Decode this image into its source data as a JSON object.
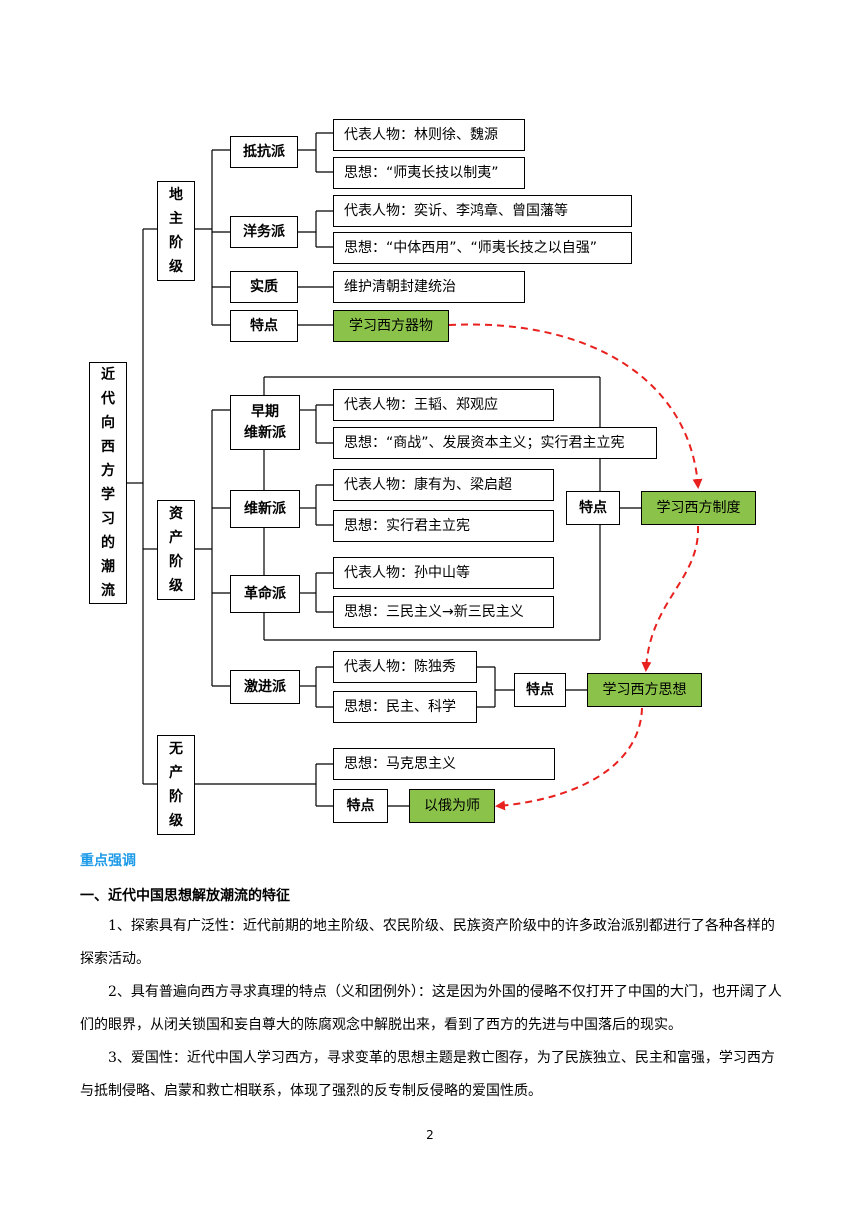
{
  "diagram": {
    "root": [
      "近",
      "代",
      "向",
      "西",
      "方",
      "学",
      "习",
      "的",
      "潮",
      "流"
    ],
    "landlord": {
      "label": [
        "地",
        "主",
        "阶",
        "级"
      ],
      "resist": {
        "name": "抵抗派",
        "rep": "代表人物：林则徐、魏源",
        "idea": "思想：“师夷长技以制夷”"
      },
      "westernize": {
        "name": "洋务派",
        "rep": "代表人物：奕䜣、李鸿章、曾国藩等",
        "idea": "思想：“中体西用”、“师夷长技之以自强”"
      },
      "essence": {
        "name": "实质",
        "text": "维护清朝封建统治"
      },
      "feature": {
        "name": "特点",
        "text": "学习西方器物"
      }
    },
    "bourgeois": {
      "label": [
        "资",
        "产",
        "阶",
        "级"
      ],
      "early": {
        "name_line1": "早期",
        "name_line2": "维新派",
        "rep": "代表人物：王韬、郑观应",
        "idea": "思想：“商战”、发展资本主义；实行君主立宪"
      },
      "reform": {
        "name": "维新派",
        "rep": "代表人物：康有为、梁启超",
        "idea": "思想：实行君主立宪"
      },
      "revolution": {
        "name": "革命派",
        "rep": "代表人物：孙中山等",
        "idea": "思想：三民主义→新三民主义"
      },
      "feature": {
        "name": "特点",
        "text": "学习西方制度"
      },
      "radical": {
        "name": "激进派",
        "rep": "代表人物：陈独秀",
        "idea": "思想：民主、科学"
      },
      "radical_feature": {
        "name": "特点",
        "text": "学习西方思想"
      }
    },
    "proletariat": {
      "label": [
        "无",
        "产",
        "阶",
        "级"
      ],
      "idea": "思想：马克思主义",
      "feature": {
        "name": "特点",
        "text": "以俄为师"
      }
    }
  },
  "text": {
    "section_title": "重点强调",
    "heading": "一、近代中国思想解放潮流的特征",
    "paragraphs": [
      "1、探索具有广泛性：近代前期的地主阶级、农民阶级、民族资产阶级中的许多政治派别都进行了各种各样的探索活动。",
      "2、具有普遍向西方寻求真理的特点（义和团例外）：这是因为外国的侵略不仅打开了中国的大门，也开阔了人们的眼界，从闭关锁国和妄自尊大的陈腐观念中解脱出来，看到了西方的先进与中国落后的现实。",
      "3、爱国性：近代中国人学习西方，寻求变革的思想主题是救亡图存，为了民族独立、民主和富强，学习西方与抵制侵略、启蒙和救亡相联系，体现了强烈的反专制反侵略的爱国性质。"
    ],
    "page_number": "2"
  },
  "colors": {
    "green": "#8bc34a",
    "arrow": "#e8201e",
    "title": "#1e9be8"
  }
}
